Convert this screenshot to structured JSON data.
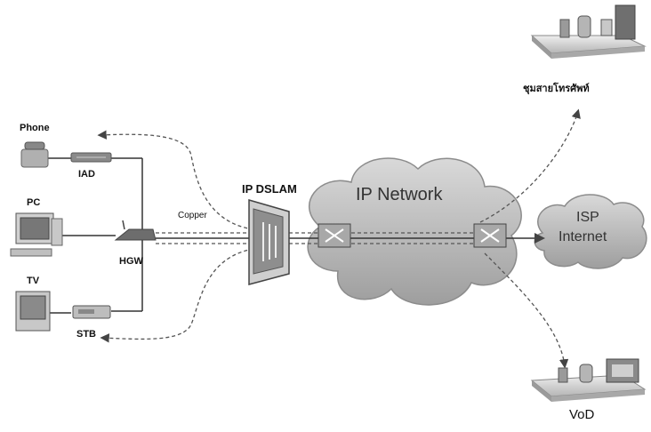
{
  "labels": {
    "phone": "Phone",
    "iad": "IAD",
    "pc": "PC",
    "hgw": "HGW",
    "tv": "TV",
    "stb": "STB",
    "copper": "Copper",
    "ip_dslam": "IP DSLAM",
    "ip_network": "IP Network",
    "isp_internet_line1": "ISP",
    "isp_internet_line2": "Internet",
    "telephone_exchange": "ชุมสายโทรศัพท์",
    "vod": "VoD"
  },
  "colors": {
    "line": "#333333",
    "dashed": "#555555",
    "cloud_fill": "#bfbfbf",
    "cloud_stroke": "#8c8c8c",
    "device": "#9a9a9a",
    "platform": "#d8d8d8"
  }
}
